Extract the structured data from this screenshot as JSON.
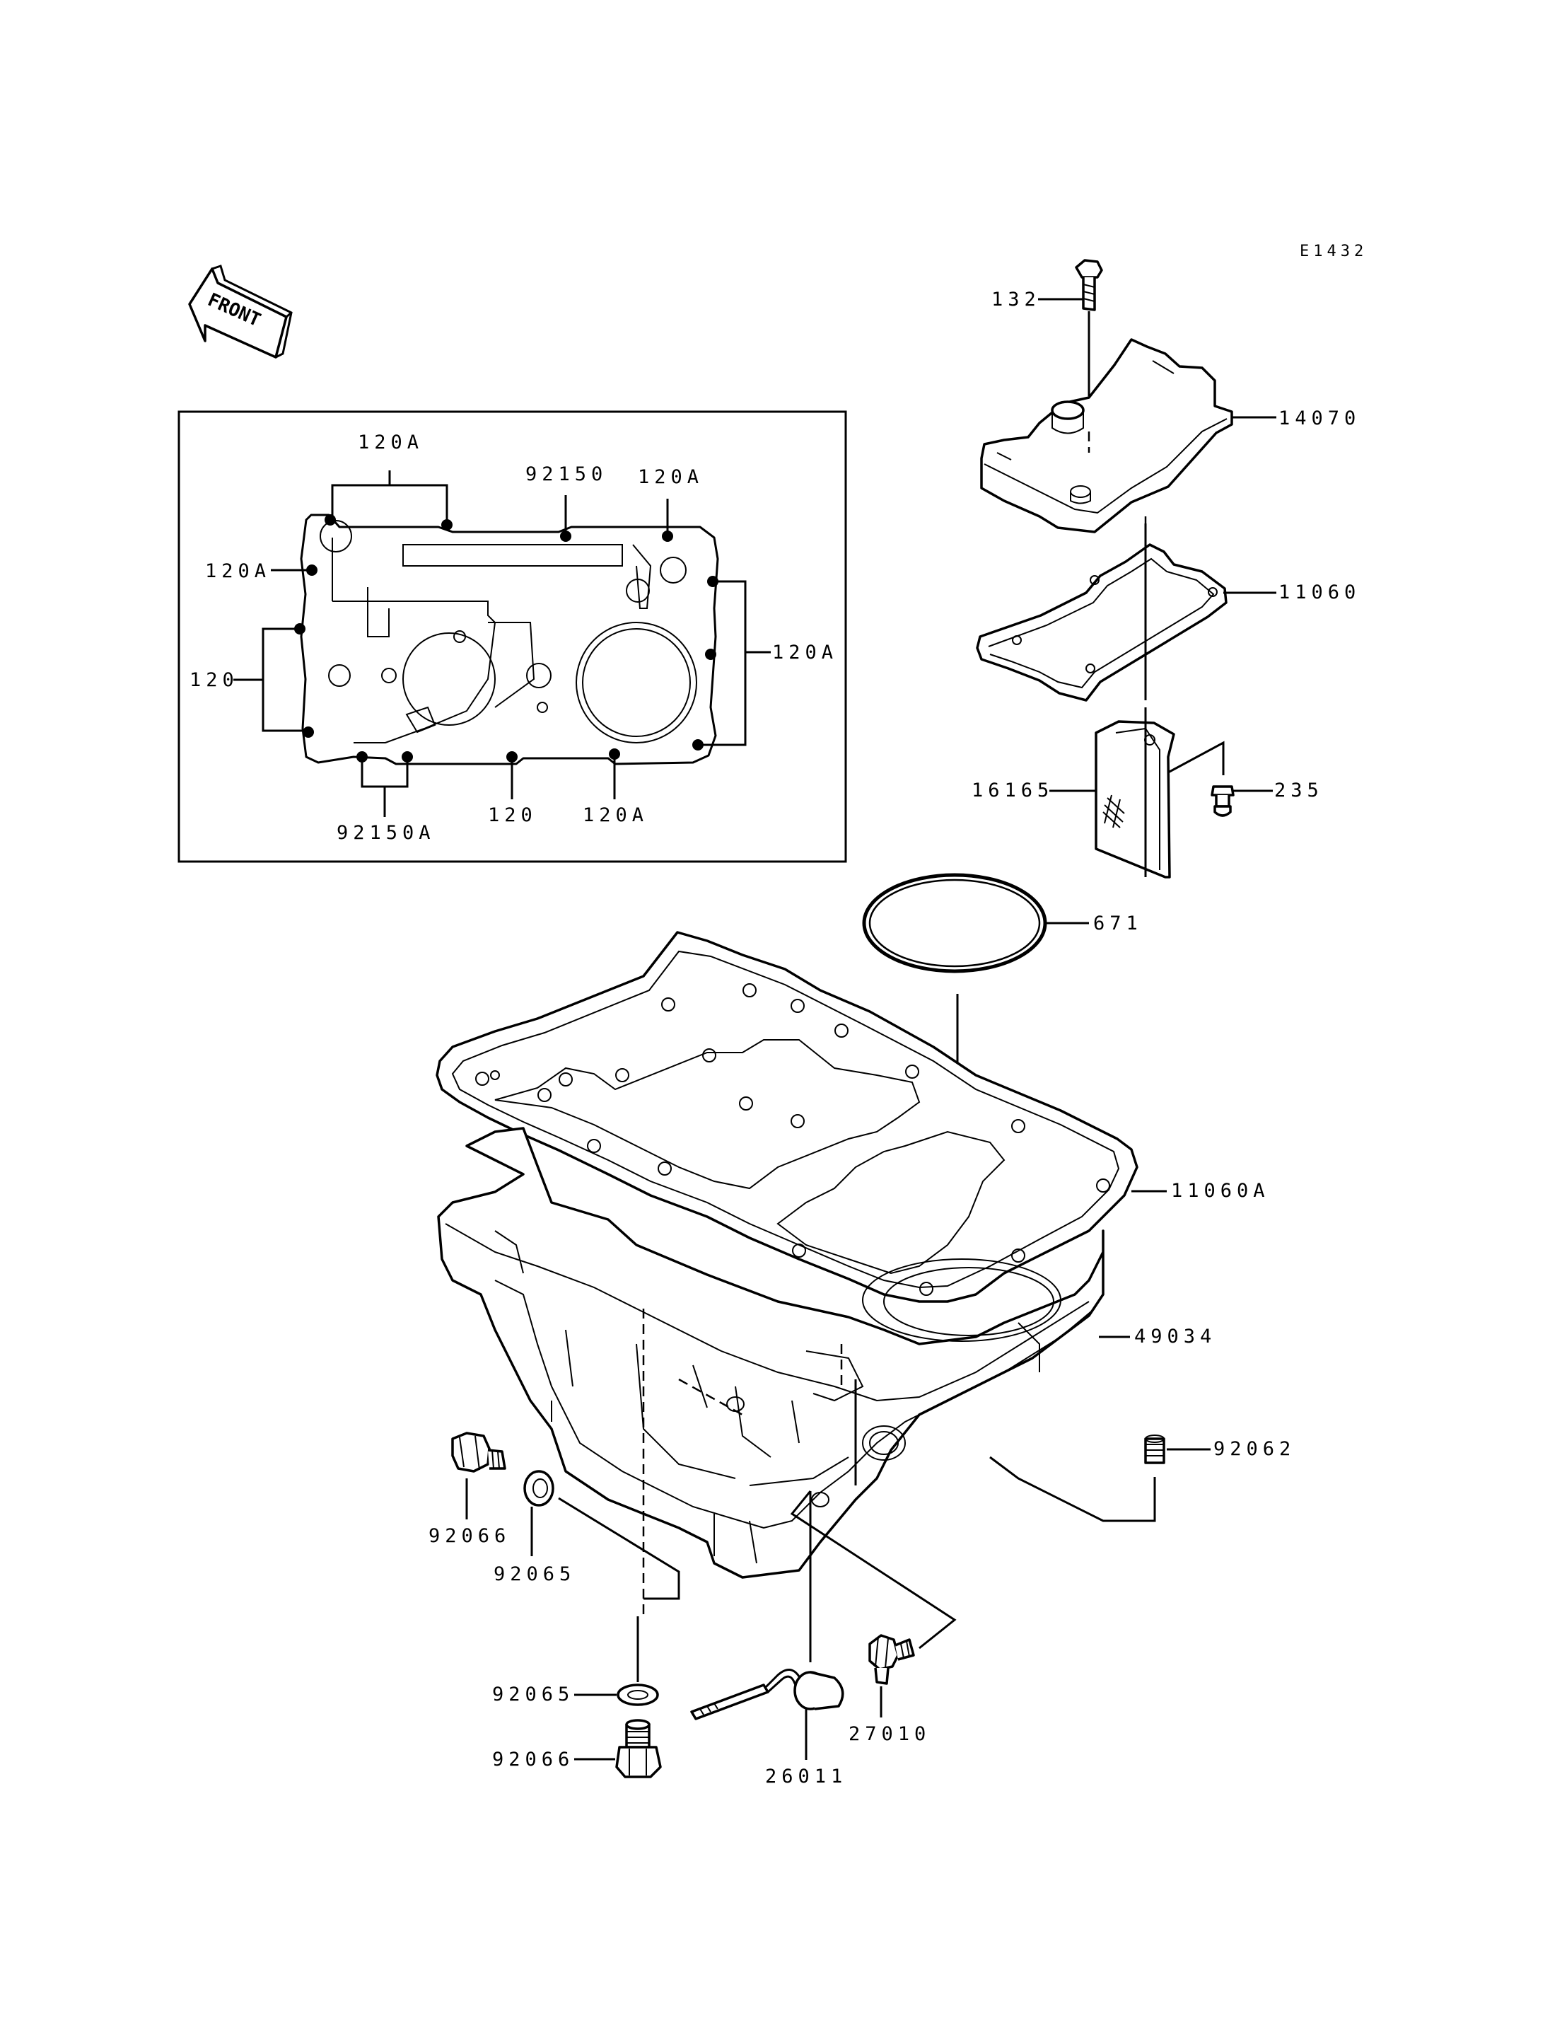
{
  "diagram_code": "E1432",
  "front_label": "FRONT",
  "inset": {
    "labels": {
      "bolt_120a_top": "120A",
      "washer_92150_top": "92150",
      "bolt_120a_top_right": "120A",
      "bolt_120a_left": "120A",
      "bolt_120_left": "120",
      "bolt_120a_right": "120A",
      "washer_92150a_bottom": "92150A",
      "bolt_120_bottom": "120",
      "bolt_120a_bottom": "120A"
    }
  },
  "parts": {
    "bolt_132": "132",
    "cover_14070": "14070",
    "gasket_11060": "11060",
    "plate_16165": "16165",
    "screw_235": "235",
    "o_ring_671": "671",
    "gasket_11060a": "11060A",
    "oil_pan_49034": "49034",
    "pin_92062": "92062",
    "plug_92066_left": "92066",
    "washer_92065_left": "92065",
    "washer_92065_bottom": "92065",
    "plug_92066_bottom": "92066",
    "sensor_26011": "26011",
    "switch_27010": "27010"
  }
}
